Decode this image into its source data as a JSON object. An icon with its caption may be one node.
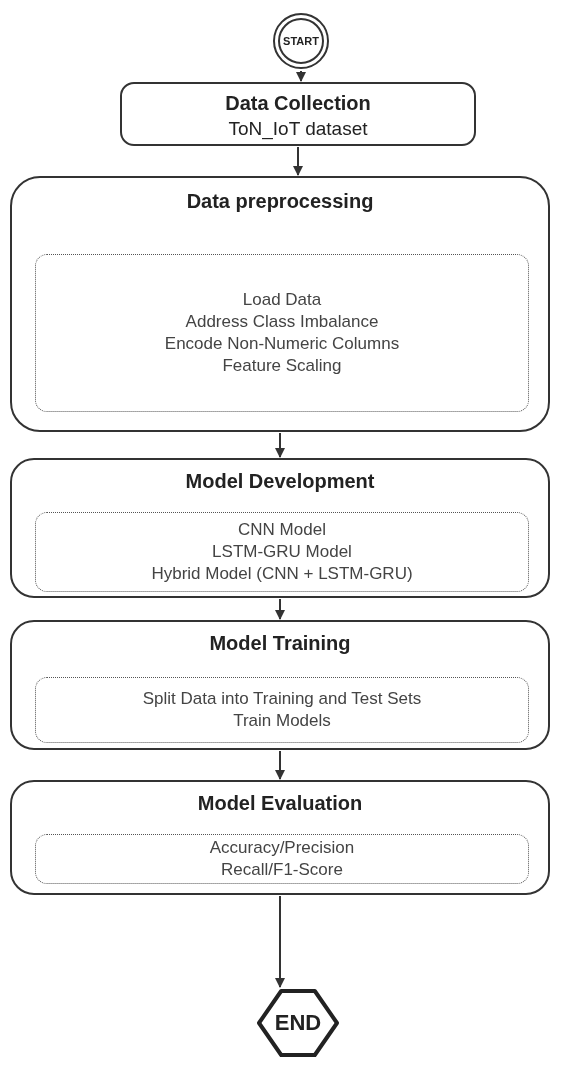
{
  "diagram": {
    "nodes": [
      {
        "text": [
          "START"
        ]
      },
      {
        "text": [
          "Data Collection",
          "ToN_IoT dataset"
        ]
      },
      {
        "text": [
          "Data preprocessing"
        ]
      },
      {
        "text": [
          "Load Data",
          "Address Class Imbalance",
          "Encode Non-Numeric Columns",
          "Feature Scaling"
        ],
        "in": 2
      },
      {
        "text": [
          "Model Development"
        ]
      },
      {
        "text": [
          "CNN Model",
          "LSTM-GRU Model",
          "Hybrid Model (CNN + LSTM-GRU)"
        ],
        "in": 4
      },
      {
        "text": [
          "Model Training"
        ]
      },
      {
        "text": [
          "Split Data into Training and Test Sets",
          "Train Models"
        ],
        "in": 6
      },
      {
        "text": [
          "Model Evaluation"
        ]
      },
      {
        "text": [
          "Accuracy/Precision",
          "Recall/F1-Score"
        ],
        "in": 8
      },
      {
        "text": [
          "END"
        ]
      }
    ],
    "edges": [
      {
        "from": 0,
        "to": 1,
        "arrow": "to"
      },
      {
        "from": 1,
        "to": 2,
        "arrow": "to"
      },
      {
        "from": 2,
        "to": 4,
        "arrow": "to"
      },
      {
        "from": 4,
        "to": 6,
        "arrow": "to"
      },
      {
        "from": 6,
        "to": 8,
        "arrow": "to"
      },
      {
        "from": 8,
        "to": 10,
        "arrow": "to"
      }
    ]
  }
}
